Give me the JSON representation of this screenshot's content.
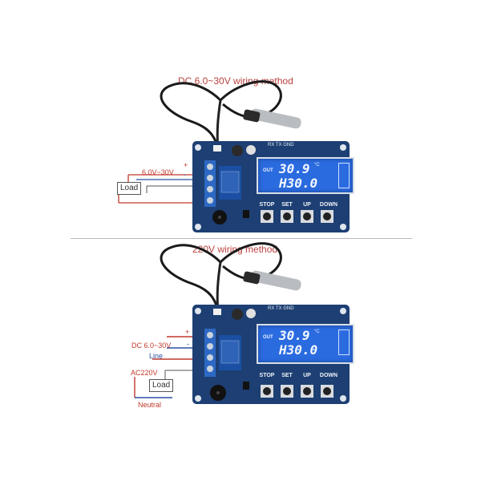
{
  "top": {
    "title": "DC 6.0~30V wiring method",
    "supply_label": "6.0V~30V",
    "plus": "+",
    "minus": "-",
    "load": "Load"
  },
  "bottom": {
    "title": "220V wiring method",
    "dc_label": "DC 6.0~30V",
    "plus": "+",
    "minus": "-",
    "line": "Line",
    "ac": "AC220V",
    "load": "Load",
    "neutral": "Neutral"
  },
  "module": {
    "header": "RX TX GND",
    "out": "OUT",
    "temp": "30.9",
    "unit": "°C",
    "setpoint": "H30.0",
    "buttons": [
      "STOP",
      "SET",
      "UP",
      "DOWN"
    ]
  },
  "colors": {
    "title": "#b9423f",
    "board": "#1d3f73",
    "lcd": "#2b6be0",
    "wire_red": "#c0392b",
    "wire_blue": "#2c4fa0"
  }
}
